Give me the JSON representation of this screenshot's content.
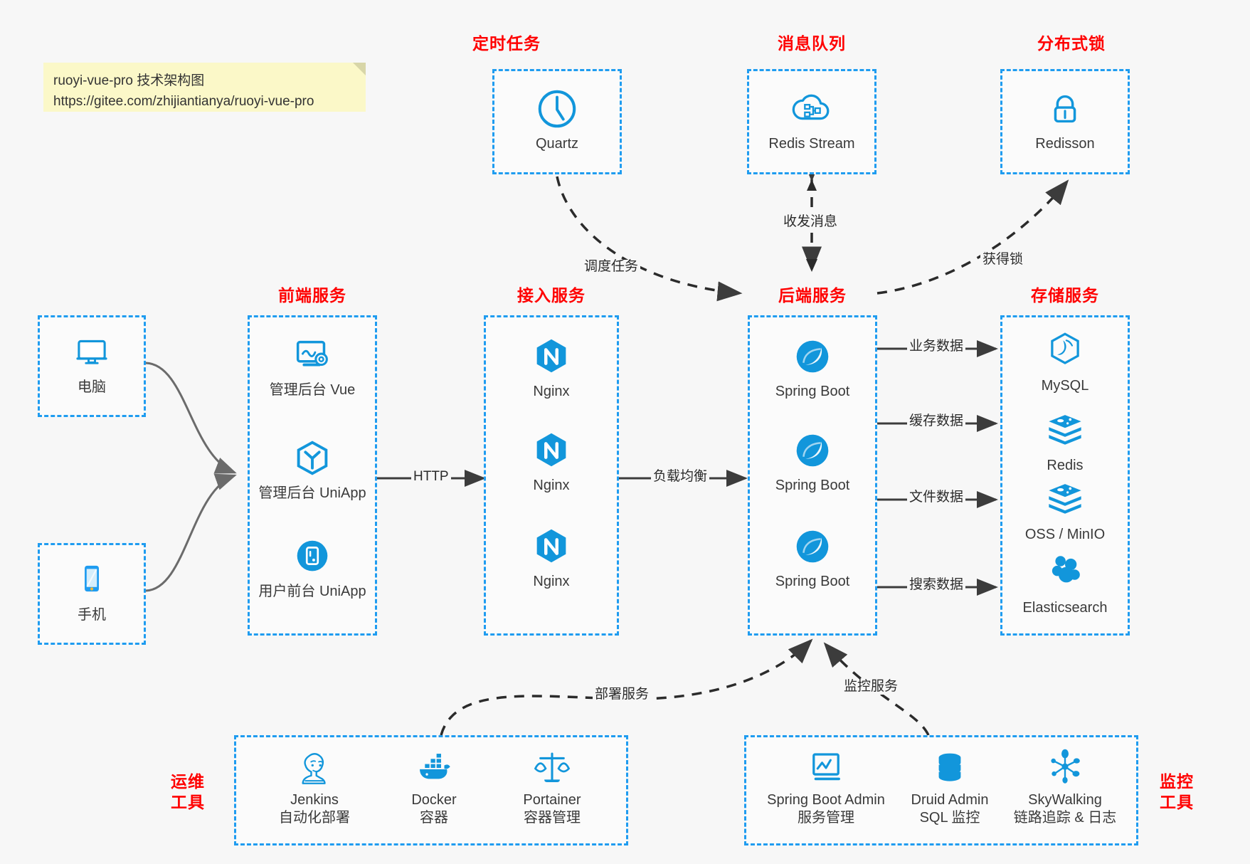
{
  "note": {
    "line1": "ruoyi-vue-pro 技术架构图",
    "line2": "https://gitee.com/zhijiantianya/ruoyi-vue-pro"
  },
  "colors": {
    "box_border": "#1f9cf0",
    "title_red": "#ff0000",
    "icon_blue": "#1296db",
    "canvas": "#f7f7f7",
    "note_bg": "#fbf8c8",
    "edge": "#3c3c3c"
  },
  "groups": {
    "scheduler": {
      "title": "定时任务",
      "nodes": [
        {
          "icon": "clock-icon",
          "label": "Quartz"
        }
      ]
    },
    "mq": {
      "title": "消息队列",
      "nodes": [
        {
          "icon": "cloud-stream-icon",
          "label": "Redis Stream"
        }
      ]
    },
    "lock": {
      "title": "分布式锁",
      "nodes": [
        {
          "icon": "lock-icon",
          "label": "Redisson"
        }
      ]
    },
    "clients": {
      "nodes": [
        {
          "icon": "desktop-icon",
          "label": "电脑"
        },
        {
          "icon": "mobile-icon",
          "label": "手机"
        }
      ]
    },
    "frontend": {
      "title": "前端服务",
      "nodes": [
        {
          "icon": "dashboard-gear-icon",
          "label": "管理后台 Vue"
        },
        {
          "icon": "cube-icon",
          "label": "管理后台 UniApp"
        },
        {
          "icon": "app-circle-icon",
          "label": "用户前台 UniApp"
        }
      ]
    },
    "gateway": {
      "title": "接入服务",
      "nodes": [
        {
          "icon": "nginx-icon",
          "label": "Nginx"
        },
        {
          "icon": "nginx-icon",
          "label": "Nginx"
        },
        {
          "icon": "nginx-icon",
          "label": "Nginx"
        }
      ]
    },
    "backend": {
      "title": "后端服务",
      "nodes": [
        {
          "icon": "spring-boot-icon",
          "label": "Spring Boot"
        },
        {
          "icon": "spring-boot-icon",
          "label": "Spring Boot"
        },
        {
          "icon": "spring-boot-icon",
          "label": "Spring Boot"
        }
      ]
    },
    "storage": {
      "title": "存储服务",
      "nodes": [
        {
          "icon": "mysql-icon",
          "label": "MySQL"
        },
        {
          "icon": "redis-icon",
          "label": "Redis"
        },
        {
          "icon": "redis-icon",
          "label": "OSS / MinIO"
        },
        {
          "icon": "elasticsearch-icon",
          "label": "Elasticsearch"
        }
      ]
    },
    "devops": {
      "title_line1": "运维",
      "title_line2": "工具",
      "nodes": [
        {
          "icon": "jenkins-icon",
          "label": "Jenkins",
          "sub": "自动化部署"
        },
        {
          "icon": "docker-icon",
          "label": "Docker",
          "sub": "容器"
        },
        {
          "icon": "portainer-icon",
          "label": "Portainer",
          "sub": "容器管理"
        }
      ]
    },
    "monitor": {
      "title_line1": "监控",
      "title_line2": "工具",
      "nodes": [
        {
          "icon": "monitor-chart-icon",
          "label": "Spring Boot Admin",
          "sub": "服务管理"
        },
        {
          "icon": "database-icon",
          "label": "Druid Admin",
          "sub": "SQL 监控"
        },
        {
          "icon": "skywalking-icon",
          "label": "SkyWalking",
          "sub": "链路追踪 & 日志"
        }
      ]
    }
  },
  "edges": {
    "http": "HTTP",
    "load_balance": "负载均衡",
    "schedule_task": "调度任务",
    "send_receive_msg": "收发消息",
    "acquire_lock": "获得锁",
    "business_data": "业务数据",
    "cache_data": "缓存数据",
    "file_data": "文件数据",
    "search_data": "搜索数据",
    "deploy_service": "部署服务",
    "monitor_service": "监控服务"
  }
}
